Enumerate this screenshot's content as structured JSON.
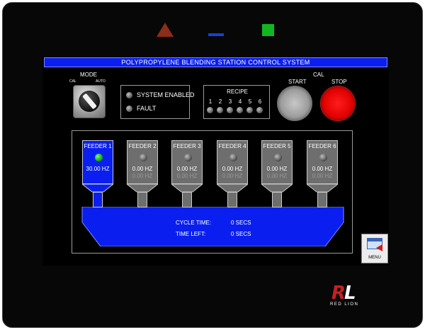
{
  "indicators": {
    "fault_triangle_color": "#8c2d17",
    "comm_dash_color": "#1a3fd0",
    "power_square_color": "#13b522"
  },
  "screen": {
    "title": "POLYPROPYLENE BLENDING STATION CONTROL SYSTEM"
  },
  "mode": {
    "label": "MODE",
    "cal_label": "CAL",
    "auto_label": "AUTO",
    "selected": "CAL"
  },
  "status": {
    "system_enabled": "SYSTEM ENABLED",
    "fault": "FAULT"
  },
  "recipe": {
    "label": "RECIPE",
    "numbers": [
      "1",
      "2",
      "3",
      "4",
      "5",
      "6"
    ]
  },
  "cal_controls": {
    "label": "CAL",
    "start": "START",
    "stop": "STOP"
  },
  "feeders": [
    {
      "name": "FEEDER 1",
      "hz": "30.00 HZ",
      "hz2": "",
      "active": true
    },
    {
      "name": "FEEDER 2",
      "hz": "0.00 HZ",
      "hz2": "0.00 HZ",
      "active": false
    },
    {
      "name": "FEEDER 3",
      "hz": "0.00 HZ",
      "hz2": "0.00 HZ",
      "active": false
    },
    {
      "name": "FEEDER 4",
      "hz": "0.00 HZ",
      "hz2": "0.00 HZ",
      "active": false
    },
    {
      "name": "FEEDER 5",
      "hz": "0.00 HZ",
      "hz2": "0.00 HZ",
      "active": false
    },
    {
      "name": "FEEDER 6",
      "hz": "0.00 HZ",
      "hz2": "0.00 HZ",
      "active": false
    }
  ],
  "cycle": {
    "cycle_time_label": "CYCLE TIME:",
    "cycle_time_value": "0 SECS",
    "time_left_label": "TIME LEFT:",
    "time_left_value": "0 SECS"
  },
  "menu": {
    "label": "MENU"
  },
  "logo": {
    "mark": "RL",
    "text": "RED LION"
  },
  "colors": {
    "accent_blue": "#0a1fef",
    "active_led": "#16c216",
    "stop_red": "#e00000"
  }
}
